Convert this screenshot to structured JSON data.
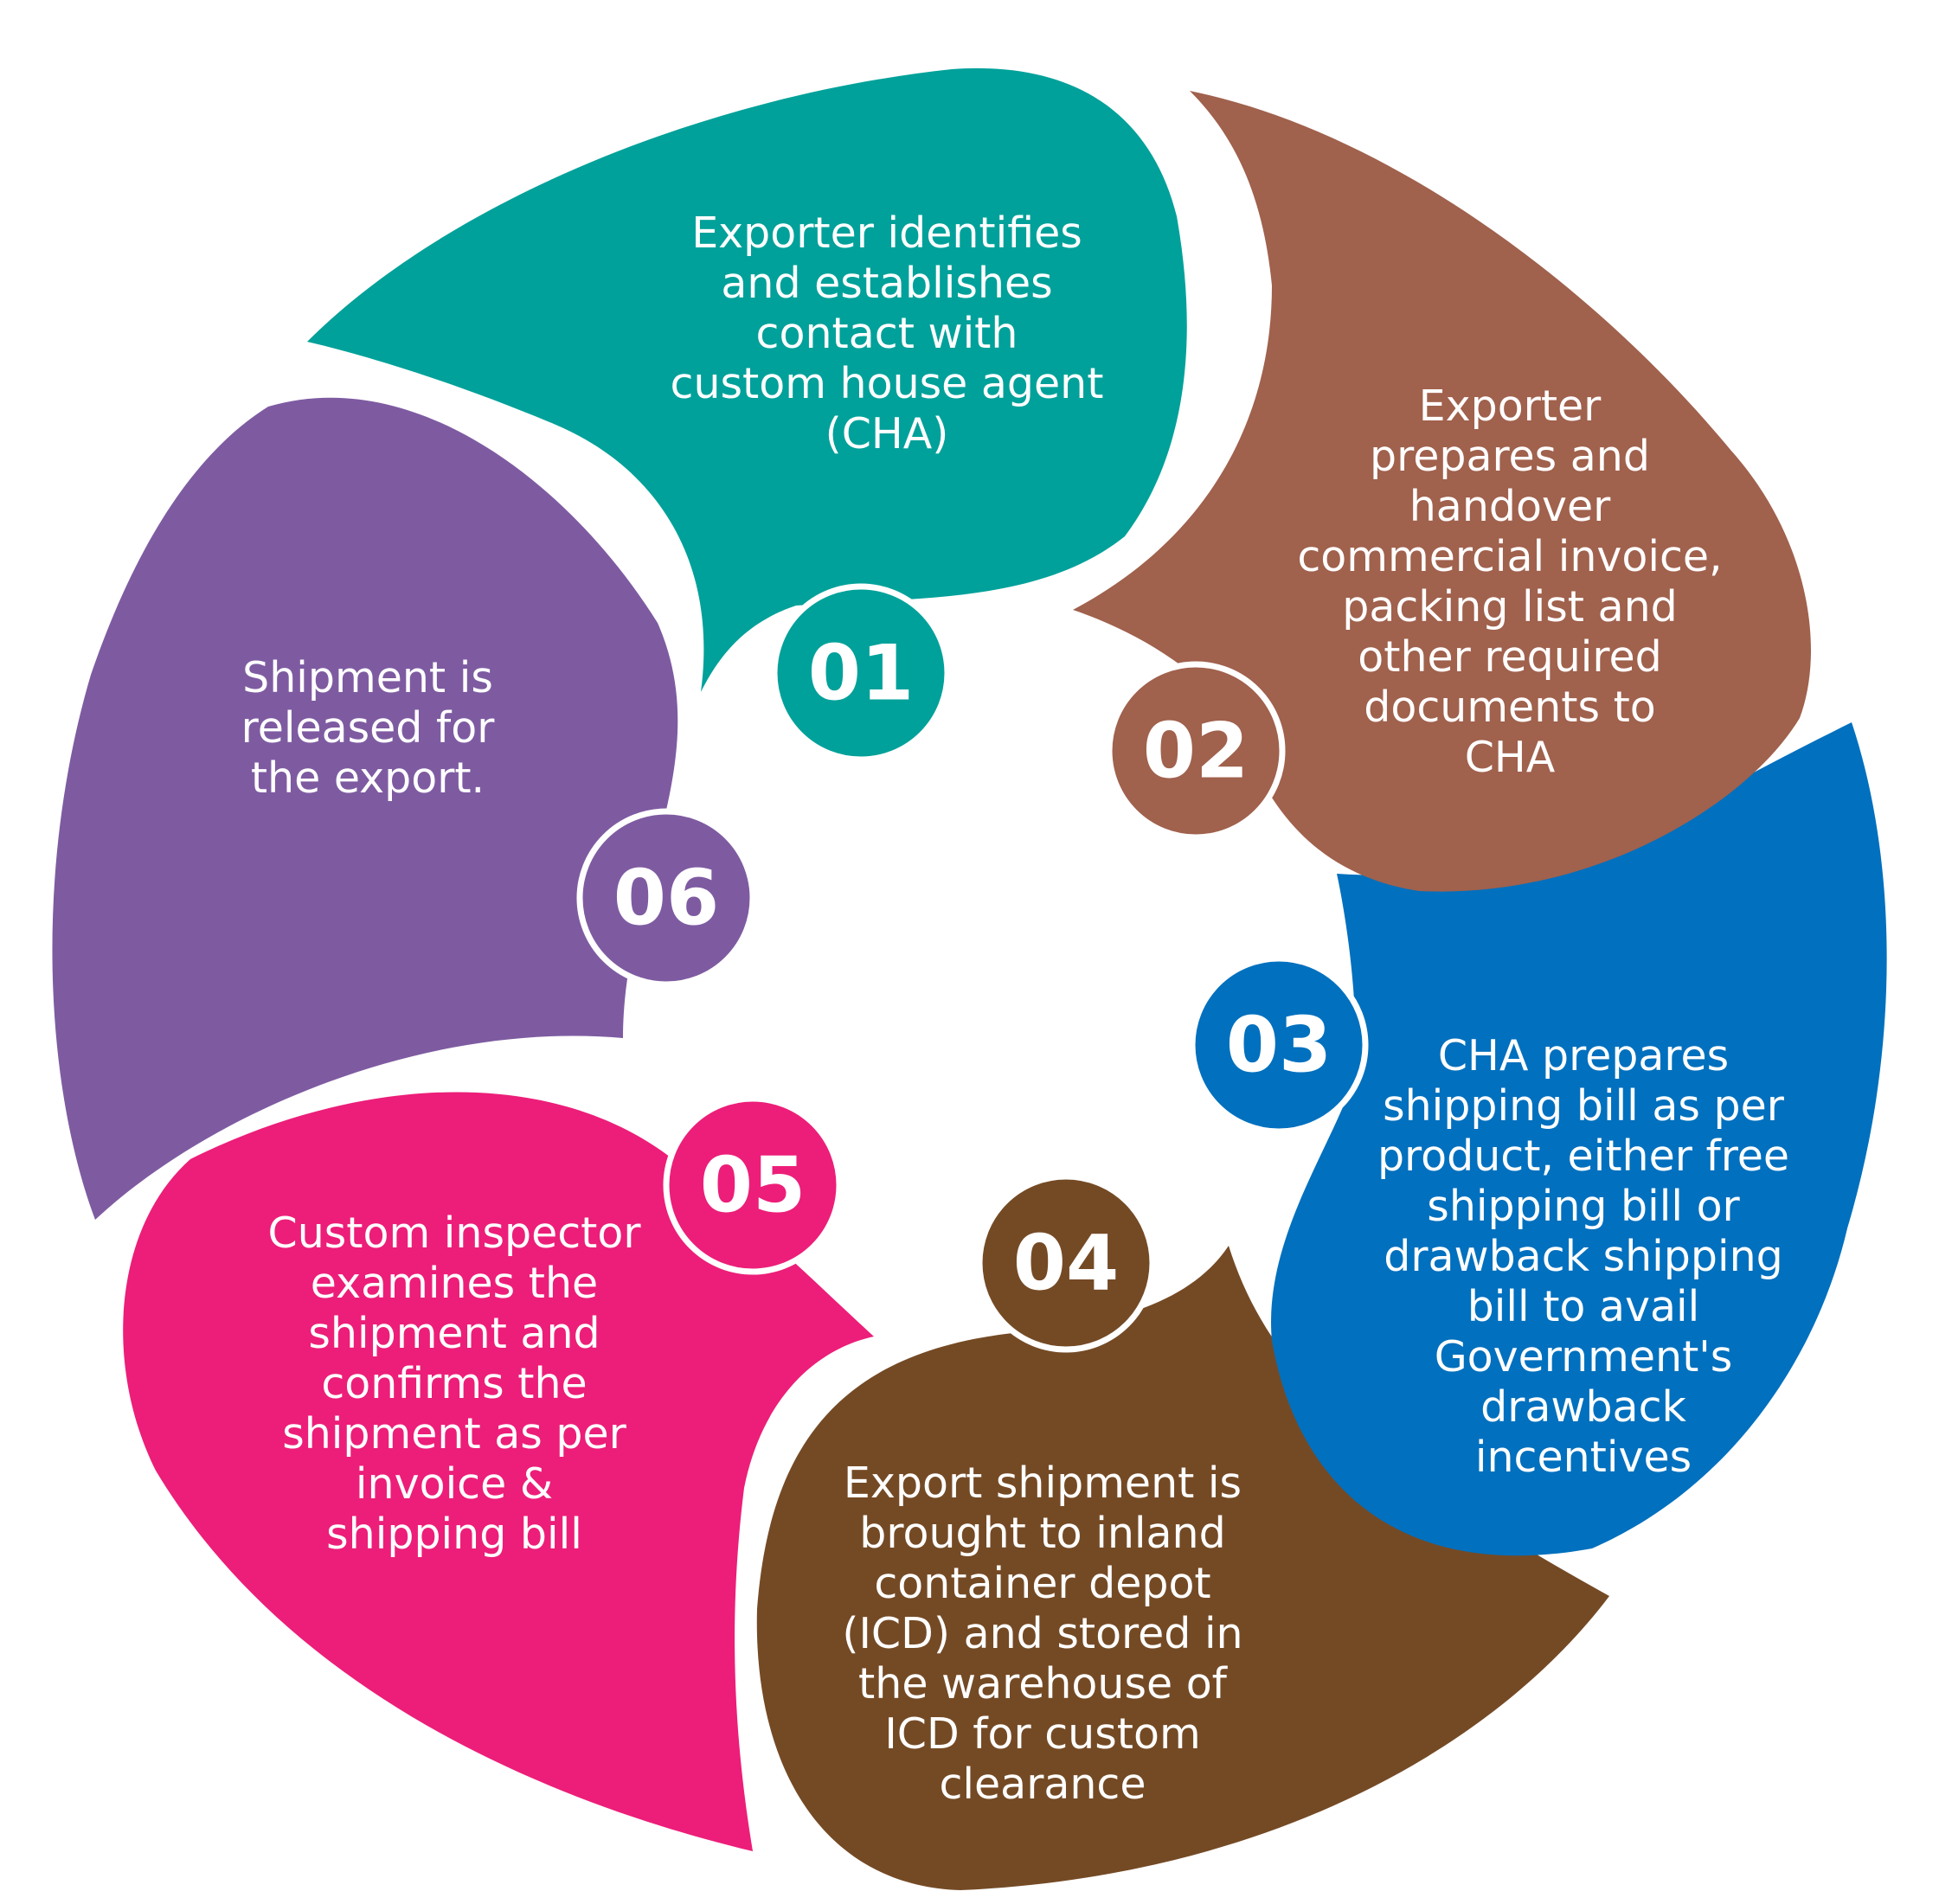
{
  "steps": [
    {
      "number": "01",
      "color": "#00A19A",
      "lines": [
        "Exporter identifies",
        "and establishes",
        "contact with",
        "custom house agent",
        "(CHA)"
      ]
    },
    {
      "number": "02",
      "color": "#A0614D",
      "lines": [
        "Exporter",
        "prepares and",
        "handover",
        "commercial invoice,",
        "packing list and",
        "other required",
        "documents to",
        "CHA"
      ]
    },
    {
      "number": "03",
      "color": "#0170BE",
      "lines": [
        "CHA prepares",
        "shipping bill as per",
        "product, either free",
        "shipping bill or",
        "drawback shipping",
        "bill to avail",
        "Government's",
        "drawback",
        "incentives"
      ]
    },
    {
      "number": "04",
      "color": "#744A25",
      "lines": [
        "Export shipment is",
        "brought to inland",
        "container depot",
        "(ICD) and stored in",
        "the warehouse of",
        "ICD for custom",
        "clearance"
      ]
    },
    {
      "number": "05",
      "color": "#EC1E79",
      "lines": [
        "Custom inspector",
        "examines the",
        "shipment and",
        "confirms the",
        "shipment as per",
        "invoice &",
        "shipping bill"
      ]
    },
    {
      "number": "06",
      "color": "#7E5BA1",
      "lines": [
        "Shipment is",
        "released for",
        "the export."
      ]
    }
  ]
}
